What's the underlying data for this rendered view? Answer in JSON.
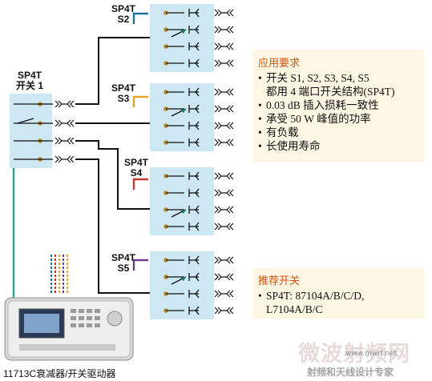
{
  "switches": {
    "s1": {
      "type": "SP4T",
      "name": "开关 1"
    },
    "s2": {
      "type": "SP4T",
      "name": "S2"
    },
    "s3": {
      "type": "SP4T",
      "name": "S3"
    },
    "s4": {
      "type": "SP4T",
      "name": "S4"
    },
    "s5": {
      "type": "SP4T",
      "name": "S5"
    }
  },
  "requirements": {
    "title": "应用要求",
    "items": [
      "开关 S1, S2, S3, S4, S5",
      "都用 4 端口开关结构(SP4T)",
      "0.03 dB 插入损耗一致性",
      "承受 50 W 峰值的功率",
      "有负载",
      "长使用寿命"
    ]
  },
  "recommended": {
    "title": "推荐开关",
    "items": [
      "SP4T: 87104A/B/C/D,",
      "L7104A/B/C"
    ]
  },
  "caption": "11713C衰减器/开关驱动器",
  "watermark": {
    "main": "微波射频网",
    "url": "www.mwrf.net",
    "sub": "射频和天线设计专家"
  },
  "colors": {
    "switch_fill": "#cde8f3",
    "control_line": "#2e9e86",
    "s2_control": "#1c6fa0",
    "s3_control": "#e8a32a",
    "s4_control": "#c0392b",
    "s5_control": "#6b3c8c",
    "box_fill": "#fdf6e3",
    "box_title": "#d0510e"
  }
}
